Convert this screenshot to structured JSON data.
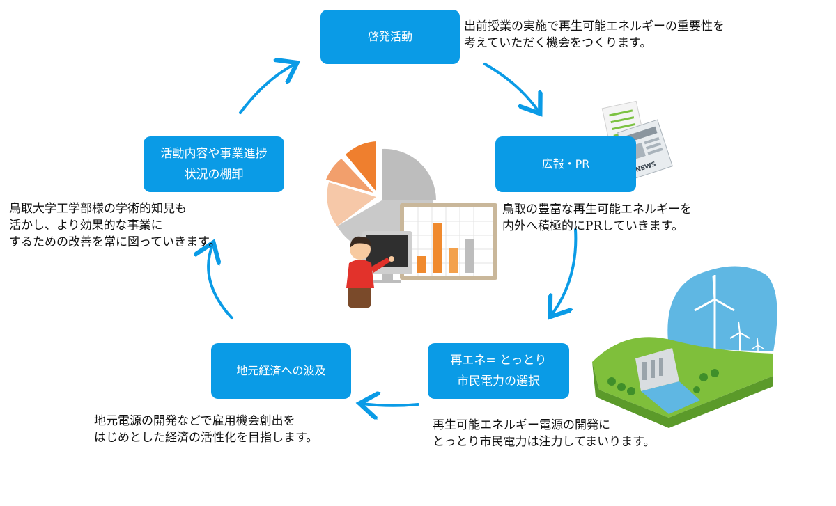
{
  "stages": [
    {
      "id": "enlightenment",
      "lines": [
        "啓発活動"
      ]
    },
    {
      "id": "pr",
      "lines": [
        "広報・PR"
      ]
    },
    {
      "id": "selection",
      "lines": [
        "再エネ= とっとり",
        "市民電力の選択"
      ]
    },
    {
      "id": "ripple",
      "lines": [
        "地元経済への波及"
      ]
    },
    {
      "id": "review",
      "lines": [
        "活動内容や事業進捗",
        "状況の棚卸"
      ]
    }
  ],
  "descriptions": {
    "enlightenment": [
      "出前授業の実施で再生可能エネルギーの重要性を",
      "考えていただく機会をつくります。"
    ],
    "pr": [
      "鳥取の豊富な再生可能エネルギーを",
      "内外へ積極的にPRしていきます。"
    ],
    "selection": [
      "再生可能エネルギー電源の開発に",
      "とっとり市民電力は注力してまいります。"
    ],
    "ripple": [
      "地元電源の開発などで雇用機会創出を",
      "はじめとした経済の活性化を目指します。"
    ],
    "review": [
      "鳥取大学工学部様の学術的知見も",
      "活かし、より効果的な事業に",
      "するための改善を常に図っていきます。"
    ]
  },
  "news_label": "NEWS",
  "colors": {
    "accent": "#0a9be6",
    "box_text": "#ffffff",
    "orange": "#f08a2e"
  }
}
